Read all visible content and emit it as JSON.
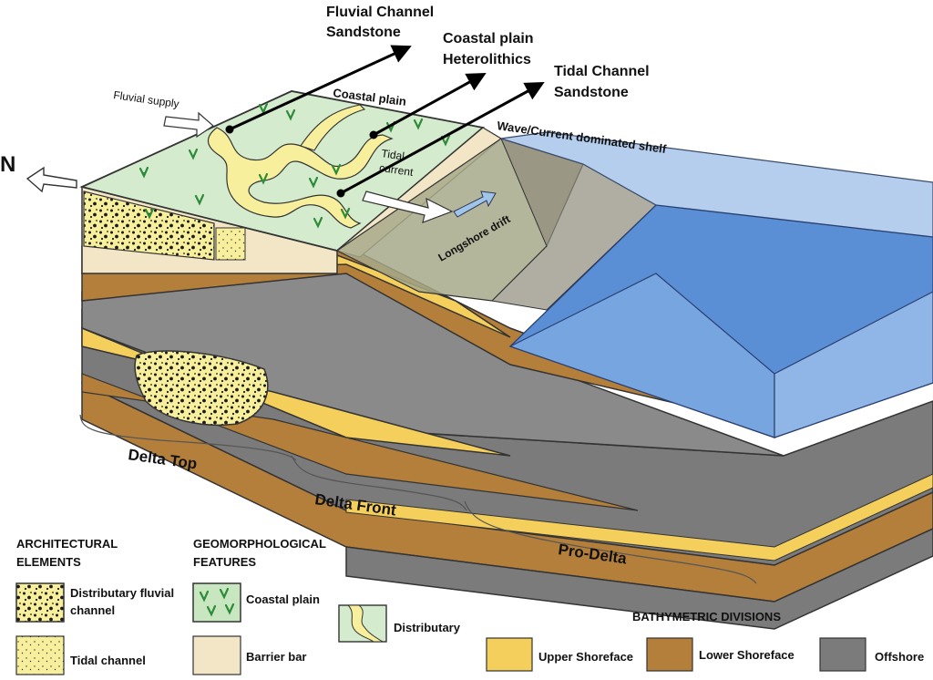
{
  "diagram": {
    "callouts": {
      "fluvial_channel": [
        "Fluvial Channel",
        "Sandstone"
      ],
      "coastal_heterolithics": [
        "Coastal plain",
        "Heterolithics"
      ],
      "tidal_channel": [
        "Tidal Channel",
        "Sandstone"
      ]
    },
    "block_labels": {
      "fluvial_supply": "Fluvial supply",
      "coastal_plain": "Coastal plain",
      "tidal_current": [
        "Tidal",
        "current"
      ],
      "wave_shelf": "Wave/Current dominated shelf",
      "longshore_drift": "Longshore drift",
      "north": "N"
    },
    "zones": {
      "delta_top": "Delta Top",
      "delta_front": "Delta Front",
      "pro_delta": "Pro-Delta"
    }
  },
  "legend": {
    "architectural": {
      "heading": [
        "ARCHITECTURAL",
        "ELEMENTS"
      ],
      "items": [
        {
          "label": [
            "Distributary fluvial",
            "channel"
          ]
        },
        {
          "label": [
            "Tidal channel"
          ]
        }
      ]
    },
    "geomorphological": {
      "heading": [
        "GEOMORPHOLOGICAL",
        "FEATURES"
      ],
      "items": [
        {
          "label": [
            "Coastal plain"
          ]
        },
        {
          "label": [
            "Barrier bar"
          ]
        },
        {
          "label": [
            "Distributary"
          ]
        }
      ]
    },
    "bathymetric": {
      "heading": "BATHYMETRIC DIVISIONS",
      "items": [
        {
          "label": "Upper Shoreface",
          "color": "#f5cf5b"
        },
        {
          "label": "Lower Shoreface",
          "color": "#b37f3a"
        },
        {
          "label": "Offshore",
          "color": "#7b7b7b"
        }
      ]
    }
  },
  "colors": {
    "coastal_plain": "#d4ebce",
    "barrier_bar": "#f3e6c6",
    "sandstone": "#f7ef9c",
    "upper_shoreface": "#f5cf5b",
    "lower_shoreface": "#b37f3a",
    "offshore": "#7b7b7b",
    "shelf": "#a8c6ea",
    "deep_water": "#5a8fd6",
    "longshore_zone": "#a7a98a"
  }
}
